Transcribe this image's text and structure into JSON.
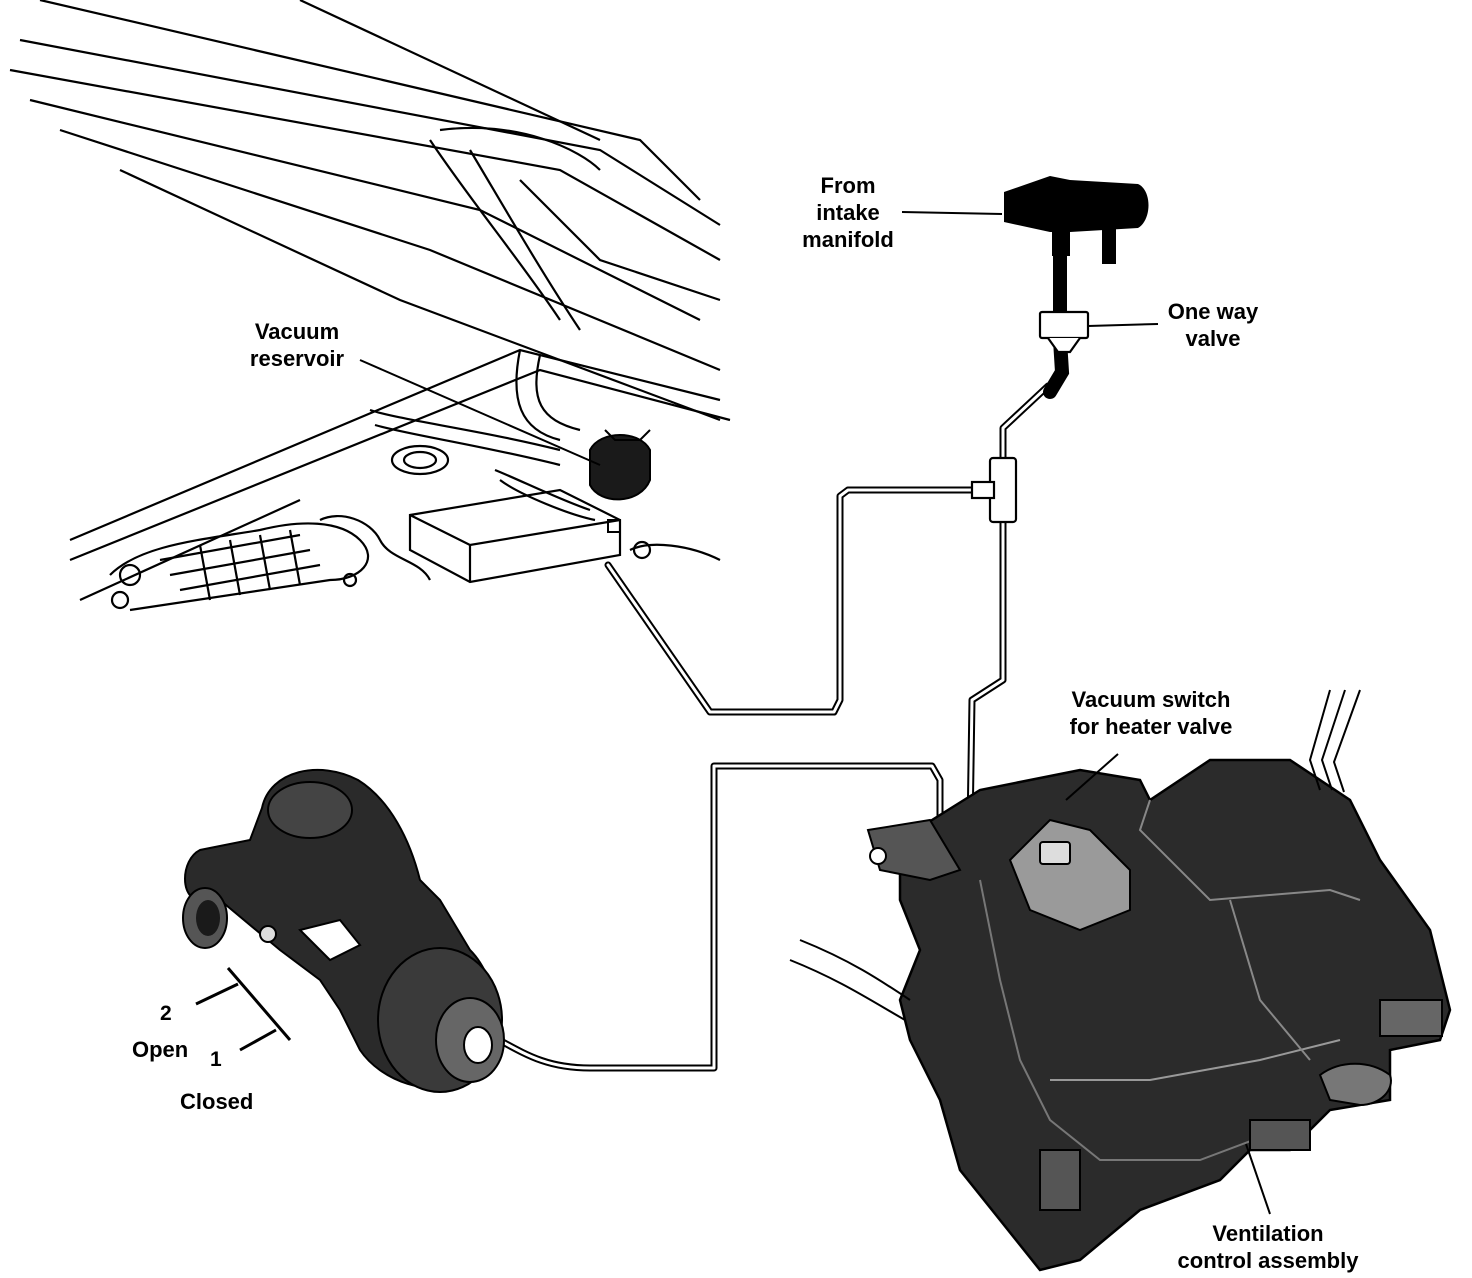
{
  "labels": {
    "intake": {
      "line1": "From",
      "line2": "intake",
      "line3": "manifold"
    },
    "reservoir": {
      "line1": "Vacuum",
      "line2": "reservoir"
    },
    "one_way_valve": {
      "line1": "One way",
      "line2": "valve"
    },
    "vacuum_switch": {
      "line1": "Vacuum switch",
      "line2": "for heater valve"
    },
    "ventilation": {
      "line1": "Ventilation",
      "line2": "control assembly"
    },
    "valve_positions": {
      "pos2_number": "2",
      "pos2_label": "Open",
      "pos1_number": "1",
      "pos1_label": "Closed"
    }
  },
  "colors": {
    "ink": "#000000",
    "paper": "#ffffff",
    "shade": "#3a3a3a"
  }
}
